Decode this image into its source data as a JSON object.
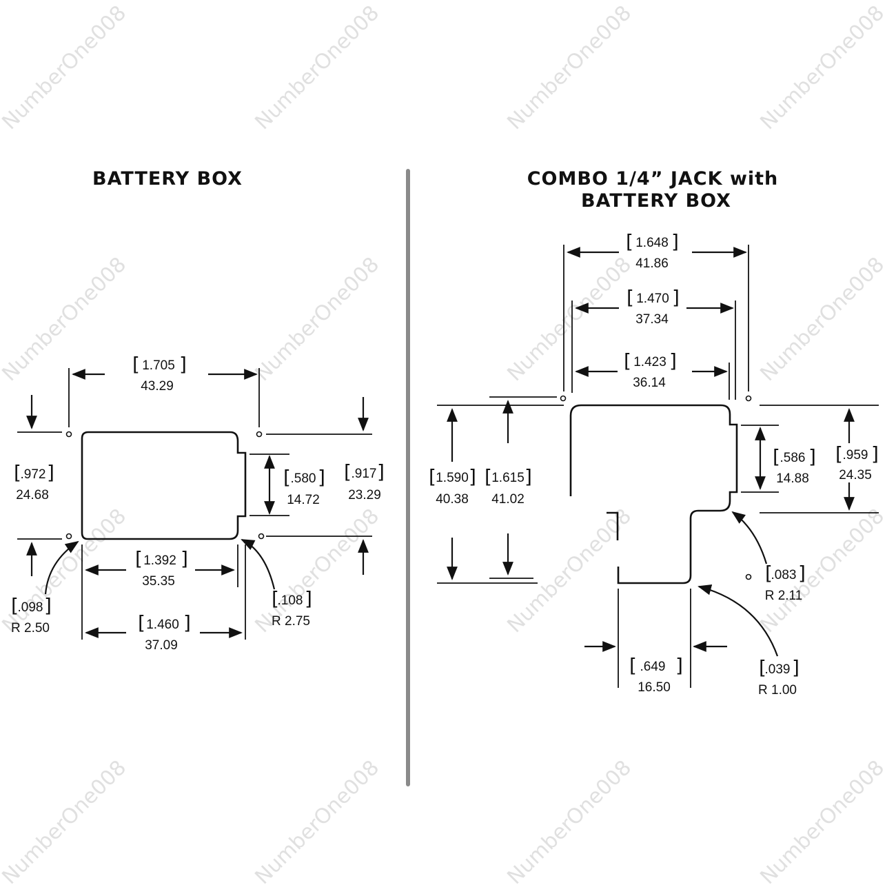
{
  "watermark": "NumberOne008",
  "panels": {
    "left": {
      "title": "BATTERY BOX",
      "dims": {
        "width_top": {
          "in": "1.705",
          "mm": "43.29"
        },
        "height_left": {
          "in": ".972",
          "mm": "24.68"
        },
        "tab": {
          "in": ".580",
          "mm": "14.72"
        },
        "height_right": {
          "in": ".917",
          "mm": "23.29"
        },
        "inner_width": {
          "in": "1.392",
          "mm": "35.35"
        },
        "width_bottom": {
          "in": "1.460",
          "mm": "37.09"
        },
        "radius_left": {
          "in": ".098",
          "mm": "R 2.50"
        },
        "radius_right": {
          "in": ".108",
          "mm": "R 2.75"
        }
      }
    },
    "right": {
      "title_line1": "COMBO 1/4” JACK with",
      "title_line2": "BATTERY BOX",
      "dims": {
        "w1": {
          "in": "1.648",
          "mm": "41.86"
        },
        "w2": {
          "in": "1.470",
          "mm": "37.34"
        },
        "w3": {
          "in": "1.423",
          "mm": "36.14"
        },
        "h1": {
          "in": "1.590",
          "mm": "40.38"
        },
        "h2": {
          "in": "1.615",
          "mm": "41.02"
        },
        "tab": {
          "in": ".586",
          "mm": "14.88"
        },
        "h_right": {
          "in": ".959",
          "mm": "24.35"
        },
        "r1": {
          "in": ".083",
          "mm": "R 2.11"
        },
        "jack_w": {
          "in": ".649",
          "mm": "16.50"
        },
        "r2": {
          "in": ".039",
          "mm": "R 1.00"
        }
      }
    }
  }
}
